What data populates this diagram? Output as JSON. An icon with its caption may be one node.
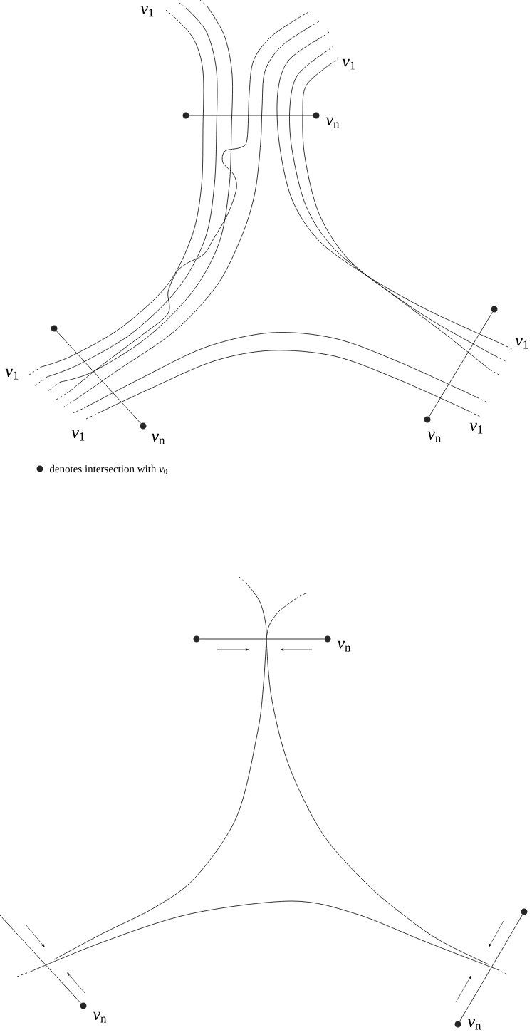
{
  "diagram": {
    "nodes": [
      {
        "text": [],
        "shape": "circle"
      },
      {
        "text": [],
        "shape": "circle",
        "beside": [
          "*v*$_{n}$"
        ]
      },
      {
        "text": [],
        "shape": "circle"
      },
      {
        "text": [],
        "shape": "circle"
      },
      {
        "text": [],
        "shape": "circle",
        "beside": [
          "*v*$_{n}$"
        ]
      },
      {
        "text": [],
        "shape": "circle",
        "beside": [
          "*v*$_{n}$"
        ]
      },
      {
        "text": [],
        "shape": "circle"
      },
      {
        "text": [],
        "shape": "circle",
        "beside": [
          "*v*$_{n}$"
        ]
      },
      {
        "text": [],
        "shape": "circle"
      },
      {
        "text": [],
        "shape": "circle",
        "beside": [
          "*v*$_{n}$"
        ]
      },
      {
        "text": [],
        "shape": "circle",
        "beside": [
          "*v*$_{n}$"
        ]
      }
    ],
    "edges": [
      {
        "from": 0,
        "to": 1,
        "arrow": "none"
      },
      {
        "from": 2,
        "to": 4,
        "arrow": "none"
      },
      {
        "from": 3,
        "to": 5,
        "arrow": "none"
      },
      {
        "from": 6,
        "to": 7,
        "arrow": "none"
      },
      {
        "from": null,
        "to": 9,
        "arrow": "none"
      },
      {
        "from": 8,
        "to": 10,
        "arrow": "none"
      }
    ],
    "labels": [
      "*v*$_{1}$",
      "*v*$_{1}$",
      "*v*$_{1}$",
      "*v*$_{1}$",
      "*v*$_{1}$",
      "*v*$_{1}$"
    ],
    "legend": [
      {
        "text": "denotes intersection with *v*$_{0}$"
      }
    ]
  }
}
